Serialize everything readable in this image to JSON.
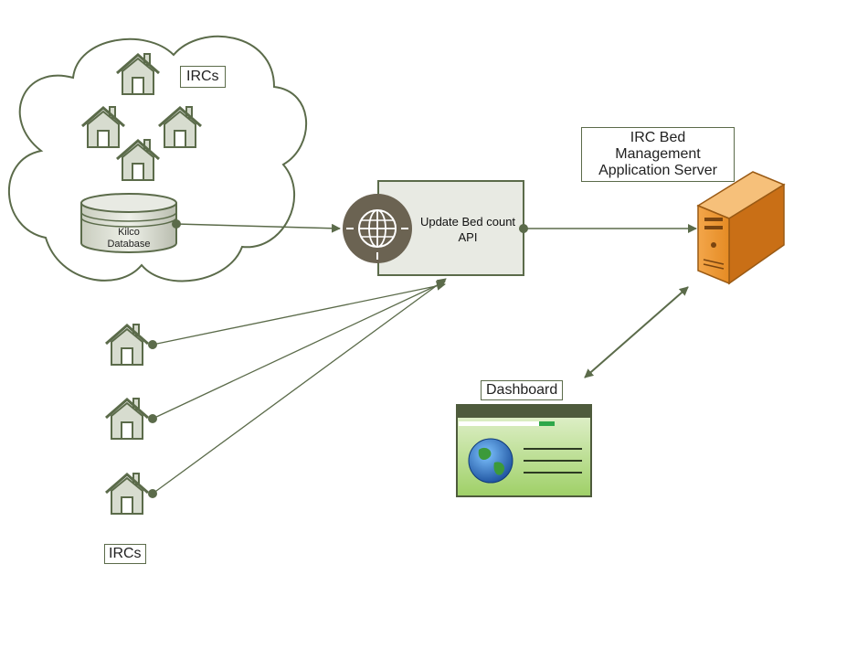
{
  "labels": {
    "ircs_top": "IRCs",
    "ircs_bottom": "IRCs",
    "server_line1": "IRC Bed Management",
    "server_line2": "Application Server",
    "dashboard": "Dashboard",
    "api_line1": "Update Bed count",
    "api_line2": "API",
    "db_line1": "Kilco",
    "db_line2": "Database"
  },
  "icons": {
    "house": "house-icon",
    "database": "database-icon",
    "globe": "globe-icon",
    "server": "server-icon",
    "dashboard": "dashboard-window-icon"
  },
  "colors": {
    "stroke": "#5b6b4a",
    "house_fill": "#d7dccf",
    "api_box_fill": "#e8eae3",
    "globe_circle": "#6b6352",
    "server_orange": "#e08a2c",
    "dashboard_green": "#a5d46a"
  }
}
